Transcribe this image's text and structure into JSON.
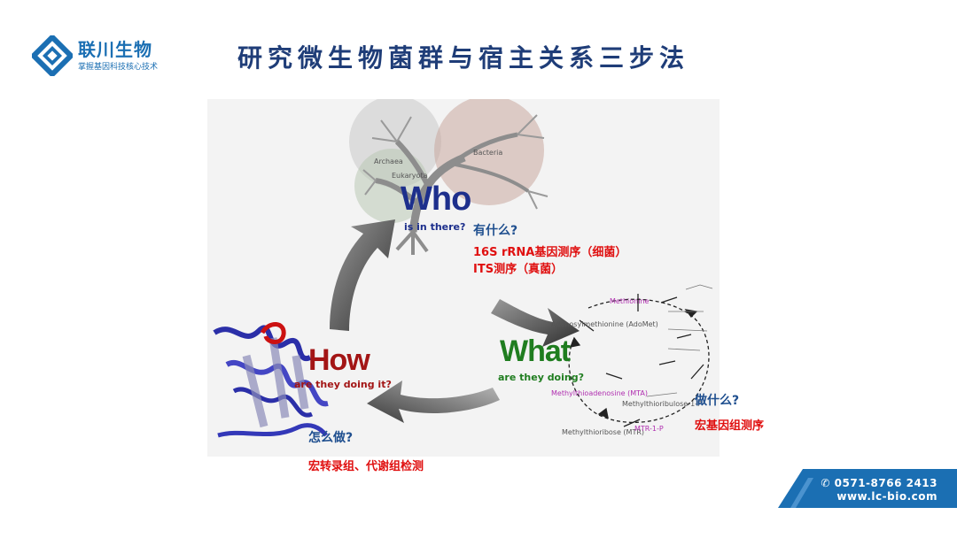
{
  "brand": {
    "name": "联川生物",
    "tagline": "掌握基因科技核心技术",
    "color": "#1b6fb3"
  },
  "title": "研究微生物菌群与宿主关系三步法",
  "figure": {
    "who": {
      "big": "Who",
      "sub": "is in there?"
    },
    "what": {
      "big": "What",
      "sub": "are they doing?"
    },
    "how": {
      "big": "How",
      "sub": "are they doing it?"
    },
    "tree_labels": {
      "archaea": "Archaea",
      "bacteria": "Bacteria",
      "eukaryota": "Eukaryota"
    },
    "pathway_labels": {
      "methionine": "Methionine",
      "sam": "Adenosylmethionine (AdoMet)",
      "mta": "Methylthioadenosine (MTA)",
      "mtr": "Methylthioribose (MTR)",
      "mtr1p": "MTR-1-P",
      "mtru": "Methylthioribulose-1-P"
    }
  },
  "annotations": {
    "who_question": "有什么?",
    "who_answer_1": "16S rRNA基因测序（细菌）",
    "who_answer_2": "ITS测序（真菌）",
    "what_question": "做什么?",
    "what_answer": "宏基因组测序",
    "how_question": "怎么做?",
    "how_answer": "宏转录组、代谢组检测"
  },
  "contact": {
    "phone": "✆ 0571-8766 2413",
    "website": "www.lc-bio.com",
    "color": "#1b6fb3"
  }
}
